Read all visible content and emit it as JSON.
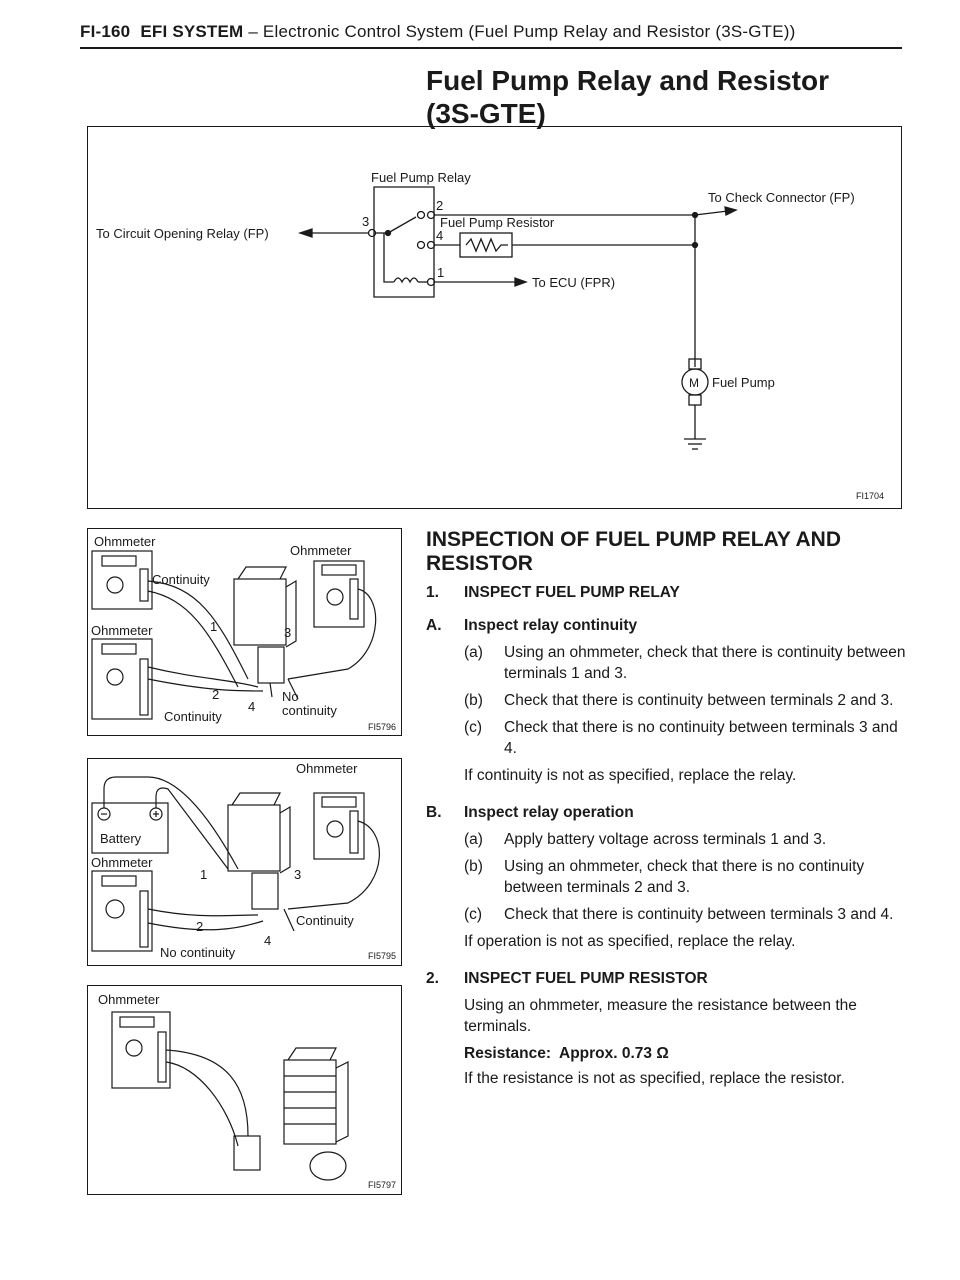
{
  "header": {
    "page_number": "FI-160",
    "system": "EFI SYSTEM",
    "subtitle": " – Electronic Control System (Fuel Pump Relay and Resistor (3S-GTE))"
  },
  "title": {
    "line1": "Fuel Pump Relay and Resistor",
    "line2": "(3S-GTE)"
  },
  "wiring_diagram": {
    "fuel_pump_relay": "Fuel Pump Relay",
    "to_check_connector": "To Check Connector (FP)",
    "fuel_pump_resistor": "Fuel Pump Resistor",
    "to_circuit_opening_relay": "To Circuit Opening Relay (FP)",
    "to_ecu": "To ECU (FPR)",
    "motor_symbol": "M",
    "fuel_pump": "Fuel Pump",
    "terminal_1": "1",
    "terminal_2": "2",
    "terminal_3": "3",
    "terminal_4": "4",
    "figure_code": "FI1704"
  },
  "figure_1": {
    "ohmmeter_top_left": "Ohmmeter",
    "ohmmeter_top_right": "Ohmmeter",
    "ohmmeter_mid_left": "Ohmmeter",
    "continuity_top": "Continuity",
    "continuity_bottom": "Continuity",
    "no_label": "No",
    "no_continuity_label": "continuity",
    "terminal_1": "1",
    "terminal_2": "2",
    "terminal_3": "3",
    "terminal_4": "4",
    "figure_code": "FI5796"
  },
  "figure_2": {
    "ohmmeter_right": "Ohmmeter",
    "battery": "Battery",
    "ohmmeter_left": "Ohmmeter",
    "continuity": "Continuity",
    "no_continuity": "No continuity",
    "terminal_1": "1",
    "terminal_2": "2",
    "terminal_3": "3",
    "terminal_4": "4",
    "figure_code": "FI5795"
  },
  "figure_3": {
    "ohmmeter": "Ohmmeter",
    "figure_code": "FI5797"
  },
  "inspection": {
    "title": "INSPECTION OF FUEL PUMP RELAY AND RESISTOR",
    "step1": {
      "num": "1.",
      "title": "INSPECT FUEL PUMP RELAY"
    },
    "stepA": {
      "letter": "A.",
      "title": "Inspect relay continuity",
      "items": [
        {
          "label": "(a)",
          "text": "Using an ohmmeter, check that there is continuity between terminals 1 and 3."
        },
        {
          "label": "(b)",
          "text": "Check that there is continuity between terminals 2 and 3."
        },
        {
          "label": "(c)",
          "text": "Check that there is no continuity between terminals 3 and 4."
        }
      ],
      "note": "If continuity is not as specified, replace the relay."
    },
    "stepB": {
      "letter": "B.",
      "title": "Inspect relay operation",
      "items": [
        {
          "label": "(a)",
          "text": "Apply battery voltage across terminals 1 and 3."
        },
        {
          "label": "(b)",
          "text": "Using an ohmmeter, check that there is no continuity between terminals 2 and 3."
        },
        {
          "label": "(c)",
          "text": "Check that there is continuity between terminals 3 and 4."
        }
      ],
      "note": "If operation is not as specified, replace the relay."
    },
    "step2": {
      "num": "2.",
      "title": "INSPECT FUEL PUMP RESISTOR",
      "text": "Using an ohmmeter, measure the resistance between the terminals.",
      "spec_label": "Resistance:",
      "spec_value": "Approx. 0.73 Ω",
      "note": "If the resistance is not as specified, replace the resistor."
    }
  }
}
